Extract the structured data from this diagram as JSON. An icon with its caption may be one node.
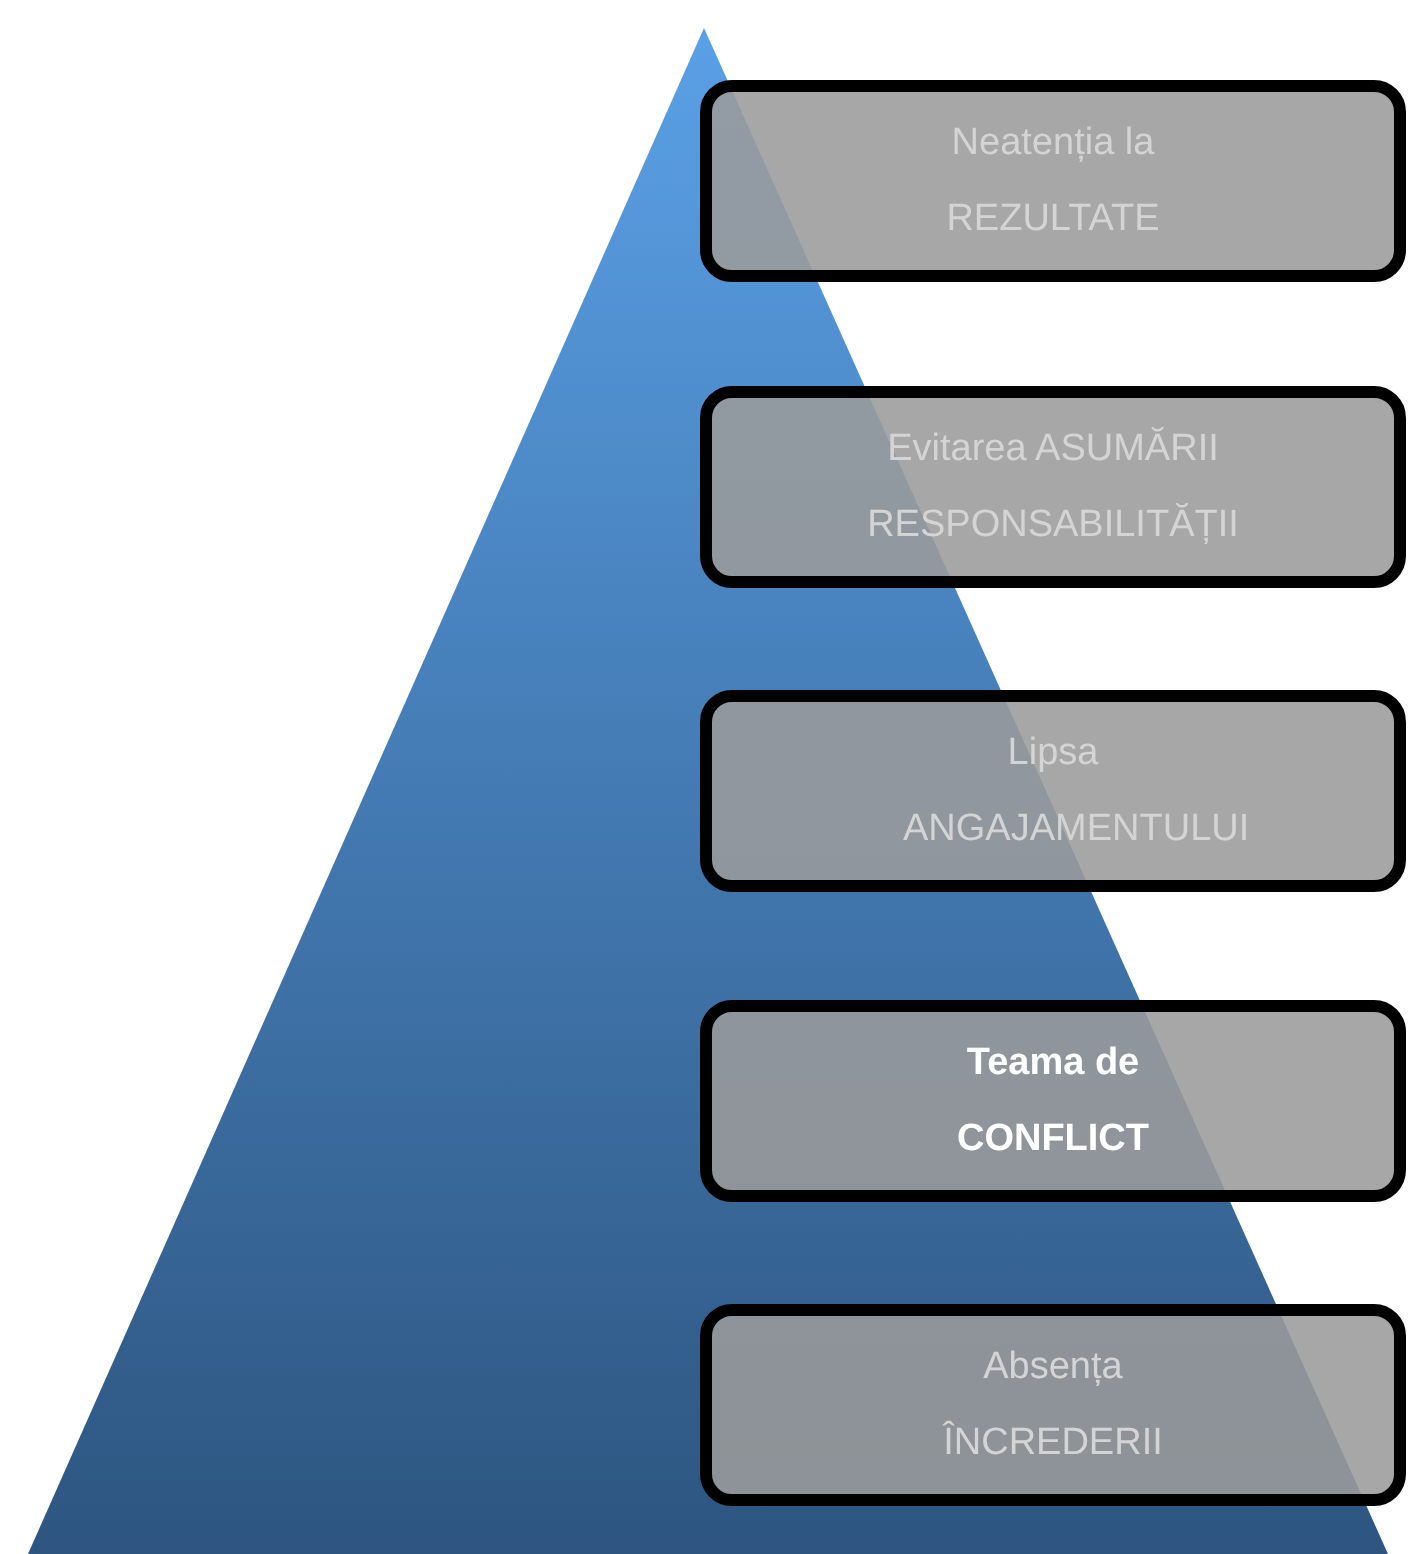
{
  "diagram": {
    "nodes": [
      {
        "text": [
          "Neatenția la REZULTATE"
        ]
      },
      {
        "text": [
          "Evitarea ASUMĂRII RESPONSABILITĂȚII"
        ]
      },
      {
        "text": [
          "Lipsa ANGAJAMENTULUI"
        ]
      },
      {
        "text": [
          "Teama de CONFLICT"
        ]
      },
      {
        "text": [
          "Absența ÎNCREDERII"
        ]
      }
    ]
  }
}
